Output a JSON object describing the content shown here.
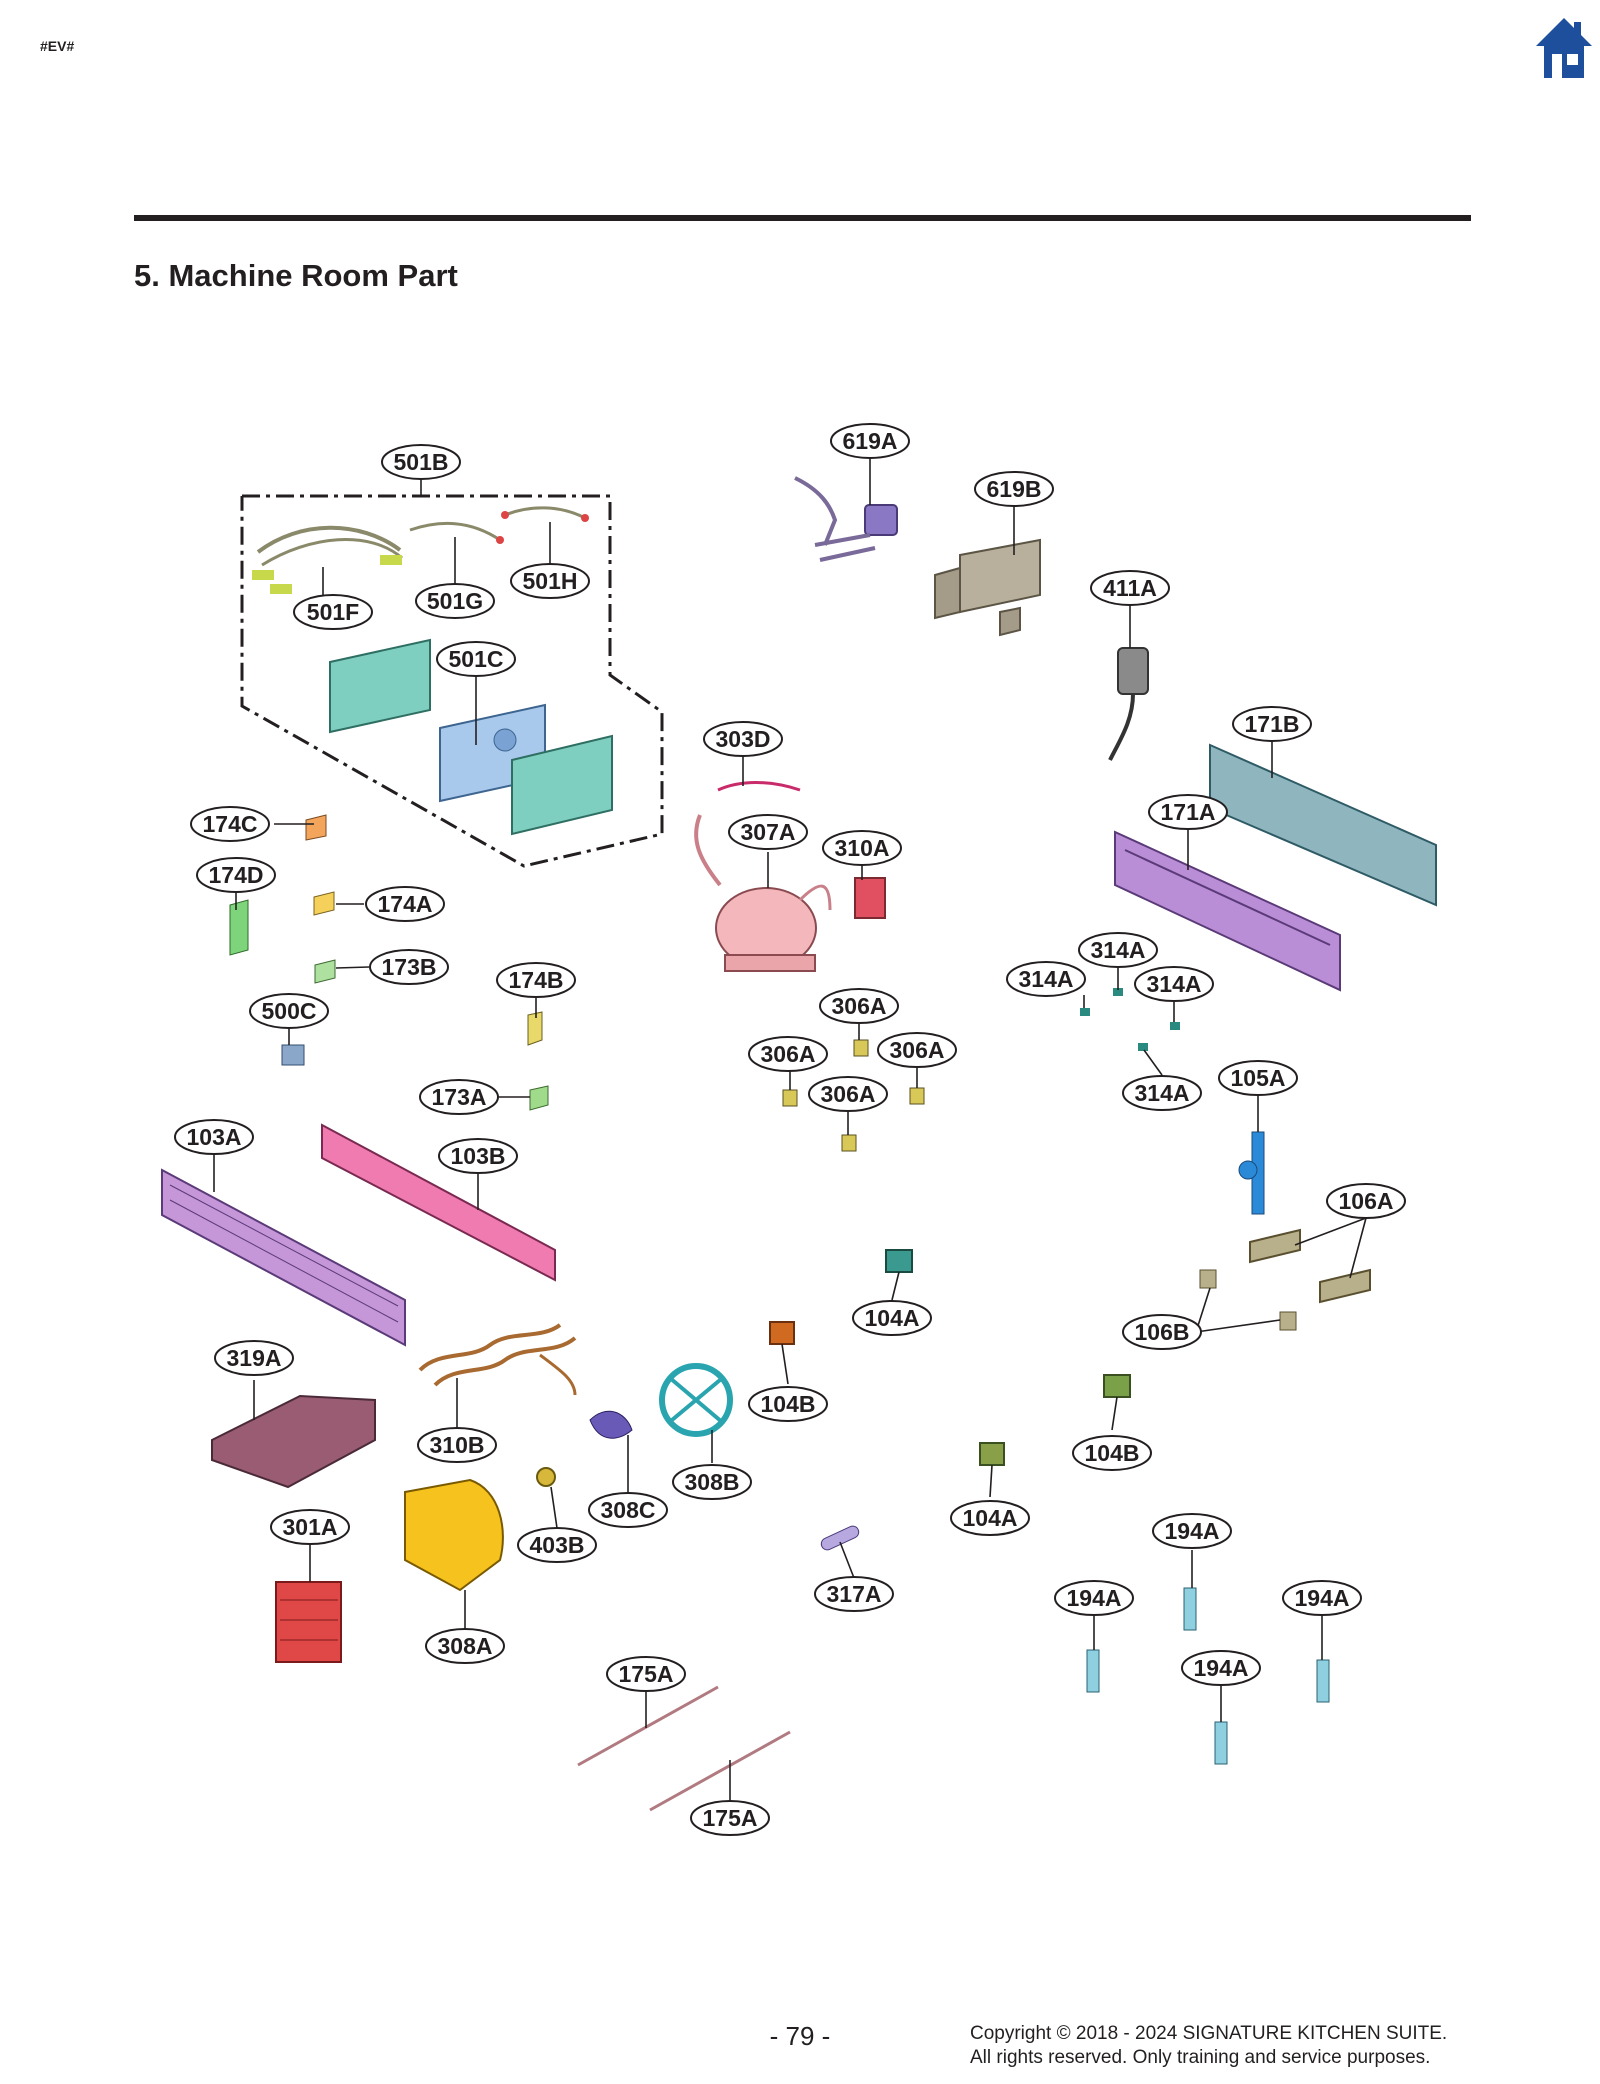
{
  "header": {
    "tag": "#EV#",
    "home_icon": "home-icon"
  },
  "section_title": "5. Machine Room Part",
  "callouts": [
    "501B",
    "501F",
    "501G",
    "501H",
    "501C",
    "619A",
    "619B",
    "411A",
    "303D",
    "307A",
    "310A",
    "171B",
    "171A",
    "174C",
    "174D",
    "174A",
    "173B",
    "174B",
    "500C",
    "173A",
    "314A",
    "314A",
    "314A",
    "314A",
    "306A",
    "306A",
    "306A",
    "306A",
    "105A",
    "106A",
    "106B",
    "103A",
    "103B",
    "104A",
    "104B",
    "104B",
    "104A",
    "319A",
    "310B",
    "308B",
    "308C",
    "403B",
    "301A",
    "308A",
    "317A",
    "175A",
    "175A",
    "194A",
    "194A",
    "194A",
    "194A"
  ],
  "footer": {
    "page_number": "- 79 -",
    "copyright_line1": "Copyright © 2018 - 2024 SIGNATURE KITCHEN SUITE.",
    "copyright_line2": "All rights reserved. Only training and service purposes."
  },
  "colors": {
    "text": "#231f20",
    "home_icon": "#1e4f9c",
    "pcb_teal": "#7ecfbf",
    "pcb_blue": "#a8c8ec",
    "compressor": "#f4b8bc",
    "purple": "#b98ed6",
    "pink": "#f07bb0",
    "maroon": "#9a5c72",
    "yellow": "#f6c21d",
    "red": "#e04848",
    "teal": "#2aa5b0",
    "light_teal": "#8fc3cc"
  }
}
